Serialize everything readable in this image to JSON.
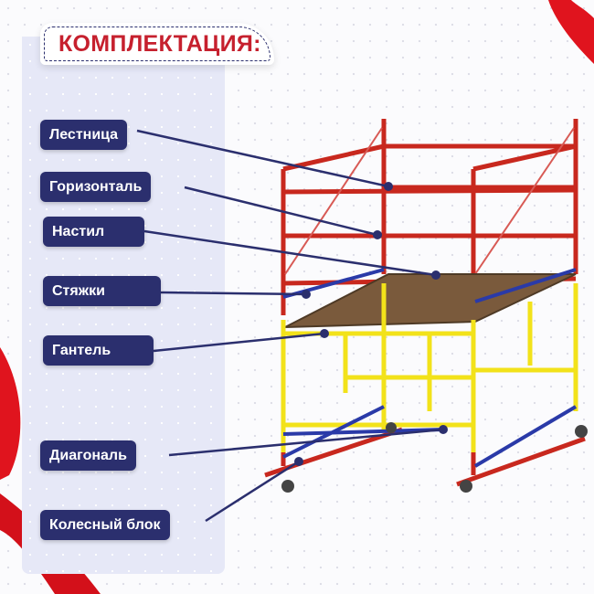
{
  "title": "КОМПЛЕКТАЦИЯ:",
  "labels": [
    "Лестница",
    "Горизонталь",
    "Настил",
    "Стяжки",
    "Гантель",
    "Диагональ",
    "Колесный блок"
  ],
  "colors": {
    "accent": "#c6202e",
    "label_bg": "#2b2f6e",
    "frame_red": "#c8281e",
    "frame_yellow": "#f2e21a",
    "brace_blue": "#2a3aa8"
  }
}
